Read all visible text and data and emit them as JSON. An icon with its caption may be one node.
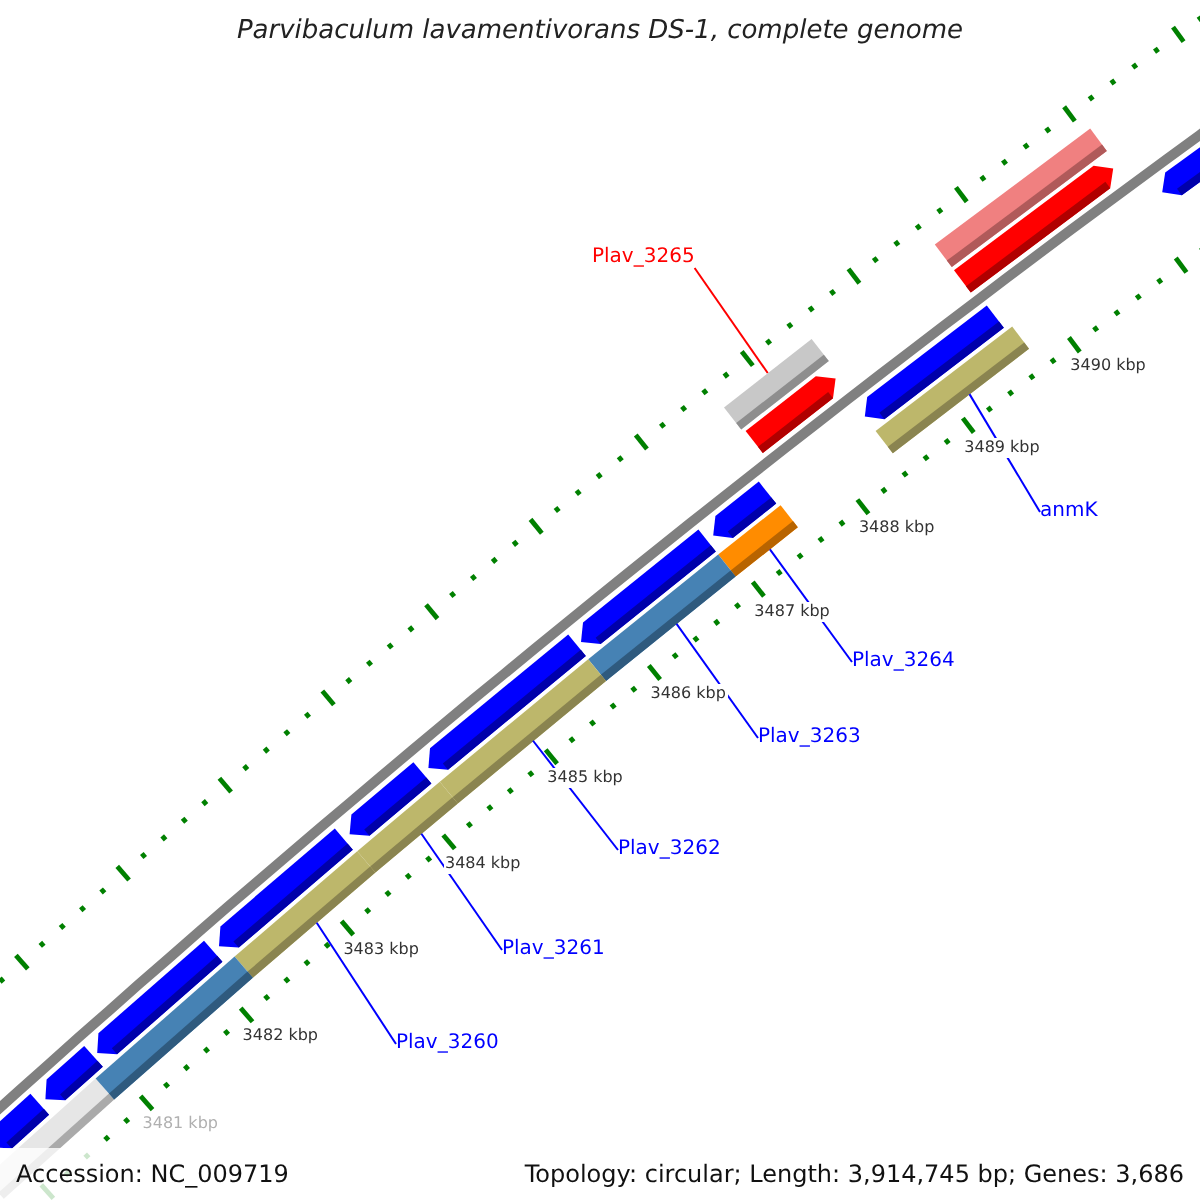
{
  "diagram": {
    "title": "Parvibaculum lavamentivorans DS-1, complete genome",
    "nodes": [
      {
        "text": [
          "Plav_3265"
        ]
      },
      {
        "text": [
          "anmK"
        ]
      },
      {
        "text": [
          "Plav_3264"
        ]
      },
      {
        "text": [
          "Plav_3263"
        ]
      },
      {
        "text": [
          "Plav_3262"
        ]
      },
      {
        "text": [
          "Plav_3261"
        ]
      },
      {
        "text": [
          "Plav_3260"
        ]
      },
      {
        "text": [],
        "shape": "bar"
      },
      {
        "text": [],
        "shape": "bar"
      },
      {
        "text": [],
        "shape": "bar"
      },
      {
        "text": [],
        "shape": "bar"
      },
      {
        "text": [],
        "shape": "bar"
      },
      {
        "text": [],
        "shape": "bar"
      },
      {
        "text": [],
        "shape": "bar"
      },
      {
        "text": [],
        "shape": "bar"
      }
    ],
    "edges": [
      {
        "from": 0,
        "to": 7,
        "arrow": "none",
        "color": "#ff0000"
      },
      {
        "from": 1,
        "to": 8,
        "arrow": "none"
      },
      {
        "from": 2,
        "to": 9,
        "arrow": "none"
      },
      {
        "from": 3,
        "to": 10,
        "arrow": "none"
      },
      {
        "from": 4,
        "to": 11,
        "arrow": "none"
      },
      {
        "from": 5,
        "to": 12,
        "arrow": "none"
      },
      {
        "from": 6,
        "to": 13,
        "arrow": "none"
      }
    ],
    "labels": [
      "3490 kbp",
      "3489 kbp",
      "3488 kbp",
      "3487 kbp",
      "3486 kbp",
      "3485 kbp",
      "3484 kbp",
      "3483 kbp",
      "3482 kbp",
      "3481 kbp",
      "Accession: NC_009719",
      "Topology: circular; Length: 3,914,745 bp; Genes: 3,686"
    ]
  }
}
